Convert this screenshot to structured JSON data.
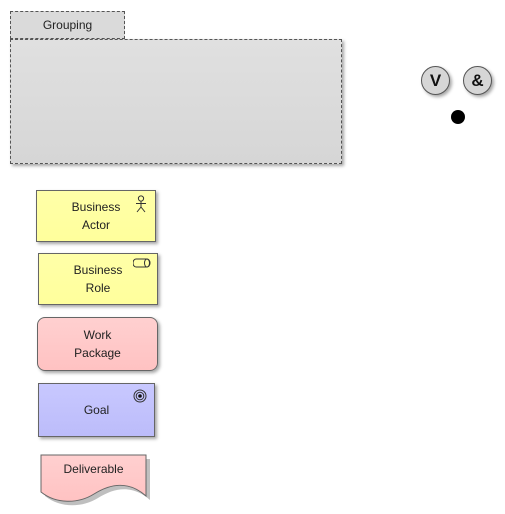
{
  "grouping": {
    "label": "Grouping"
  },
  "junctions": {
    "or_label": "V",
    "and_label": "&"
  },
  "elements": {
    "business_actor": {
      "line1": "Business",
      "line2": "Actor"
    },
    "business_role": {
      "line1": "Business",
      "line2": "Role"
    },
    "work_package": {
      "line1": "Work",
      "line2": "Package"
    },
    "goal": {
      "label": "Goal"
    },
    "deliverable": {
      "label": "Deliverable"
    }
  },
  "colors": {
    "business": "#ffffa8",
    "motivation": "#c8c8ff",
    "implementation": "#ffd0d0",
    "grouping": "#dadada"
  },
  "icons": [
    "actor-icon",
    "role-icon",
    "goal-icon"
  ]
}
